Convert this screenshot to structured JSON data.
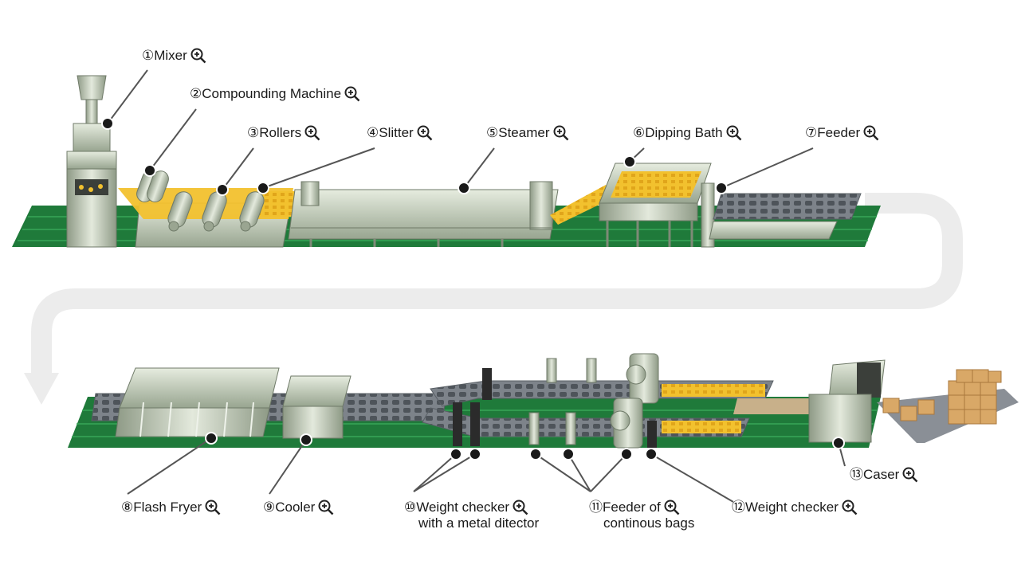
{
  "labels": {
    "mixer": "①Mixer",
    "compounding": "②Compounding Machine",
    "rollers": "③Rollers",
    "slitter": "④Slitter",
    "steamer": "⑤Steamer",
    "dipping": "⑥Dipping Bath",
    "feeder": "⑦Feeder",
    "fryer": "⑧Flash Fryer",
    "cooler": "⑨Cooler",
    "weight_metal_1": "⑩Weight checker",
    "weight_metal_2": "with a metal ditector",
    "feeder_bags_1": "⑪Feeder of",
    "feeder_bags_2": "continous bags",
    "weight": "⑫Weight checker",
    "caser": "⑬Caser"
  },
  "colors": {
    "floor": "#1f7a3a",
    "floor_stripe": "#2e9a4e",
    "machine": "#b9c4b0",
    "machine_dark": "#8e9a86",
    "machine_light": "#dfe6d8",
    "conveyor": "#8a8f96",
    "dough": "#f2c12e",
    "leader": "#555555",
    "arrow": "#ececec",
    "box": "#d9a867"
  },
  "icons": {
    "zoom": "zoom-in-icon"
  }
}
